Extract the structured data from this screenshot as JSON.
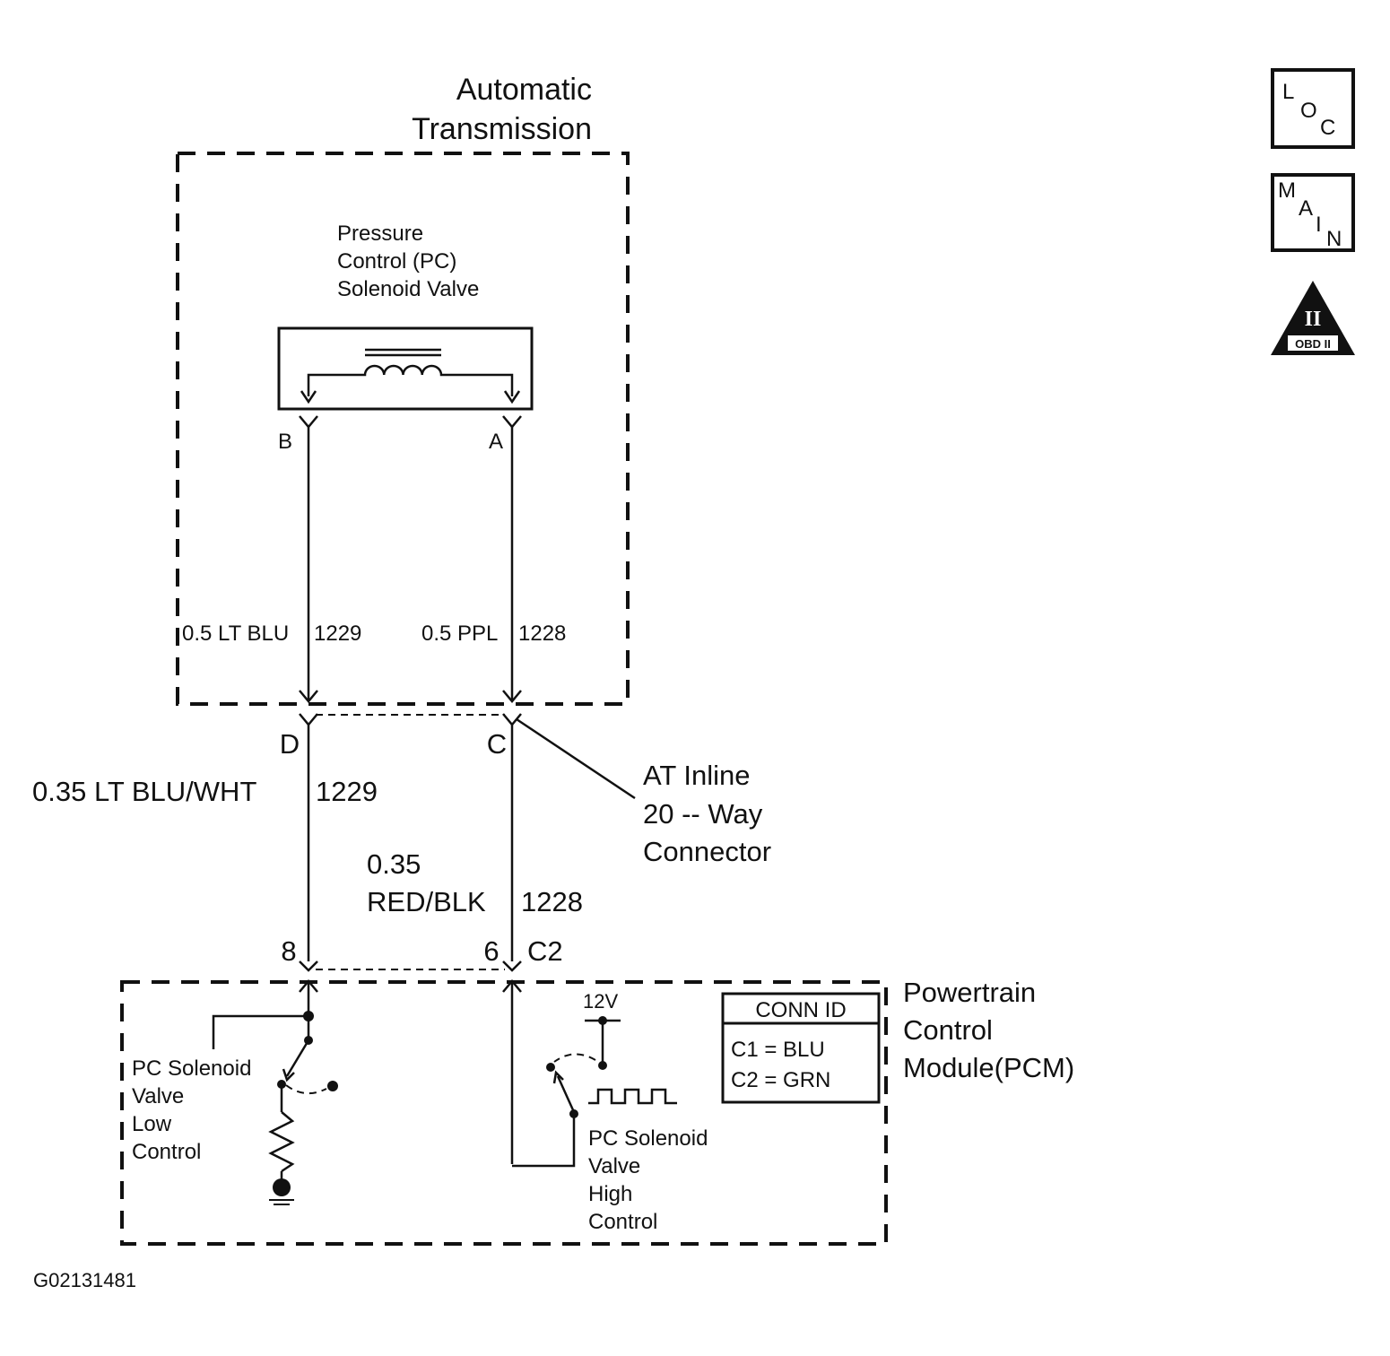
{
  "automatic_transmission": {
    "line1": "Automatic",
    "line2": "Transmission"
  },
  "pc_solenoid_valve": {
    "line1": "Pressure",
    "line2": "Control (PC)",
    "line3": "Solenoid Valve"
  },
  "pins": {
    "b": "B",
    "a": "A",
    "d": "D",
    "c": "C",
    "pin8": "8",
    "pin6": "6",
    "c2": "C2"
  },
  "wires": {
    "lt_blu": {
      "label": "0.5 LT BLU",
      "circuit": "1229"
    },
    "ppl": {
      "label": "0.5 PPL",
      "circuit": "1228"
    },
    "lt_blu_wht": {
      "label": "0.35 LT BLU/WHT",
      "circuit": "1229"
    },
    "red_blk": {
      "label_line1": "0.35",
      "label_line2": "RED/BLK",
      "circuit": "1228"
    }
  },
  "inline_connector": {
    "line1": "AT Inline",
    "line2": "20 -- Way",
    "line3": "Connector"
  },
  "pcm": {
    "line1": "Powertrain",
    "line2": "Control",
    "line3": "Module(PCM)"
  },
  "conn_id": {
    "title": "CONN ID",
    "row1": "C1 = BLU",
    "row2": "C2 = GRN"
  },
  "voltage": "12V",
  "low_control": {
    "line1": "PC Solenoid",
    "line2": "Valve",
    "line3": "Low",
    "line4": "Control"
  },
  "high_control": {
    "line1": "PC Solenoid",
    "line2": "Valve",
    "line3": "High",
    "line4": "Control"
  },
  "icons": {
    "loc": {
      "l": "L",
      "o": "O",
      "c": "C"
    },
    "main": {
      "m": "M",
      "a": "A",
      "i": "I",
      "n": "N"
    },
    "obd": {
      "roman": "II",
      "label": "OBD II"
    }
  },
  "figure_id": "G02131481"
}
